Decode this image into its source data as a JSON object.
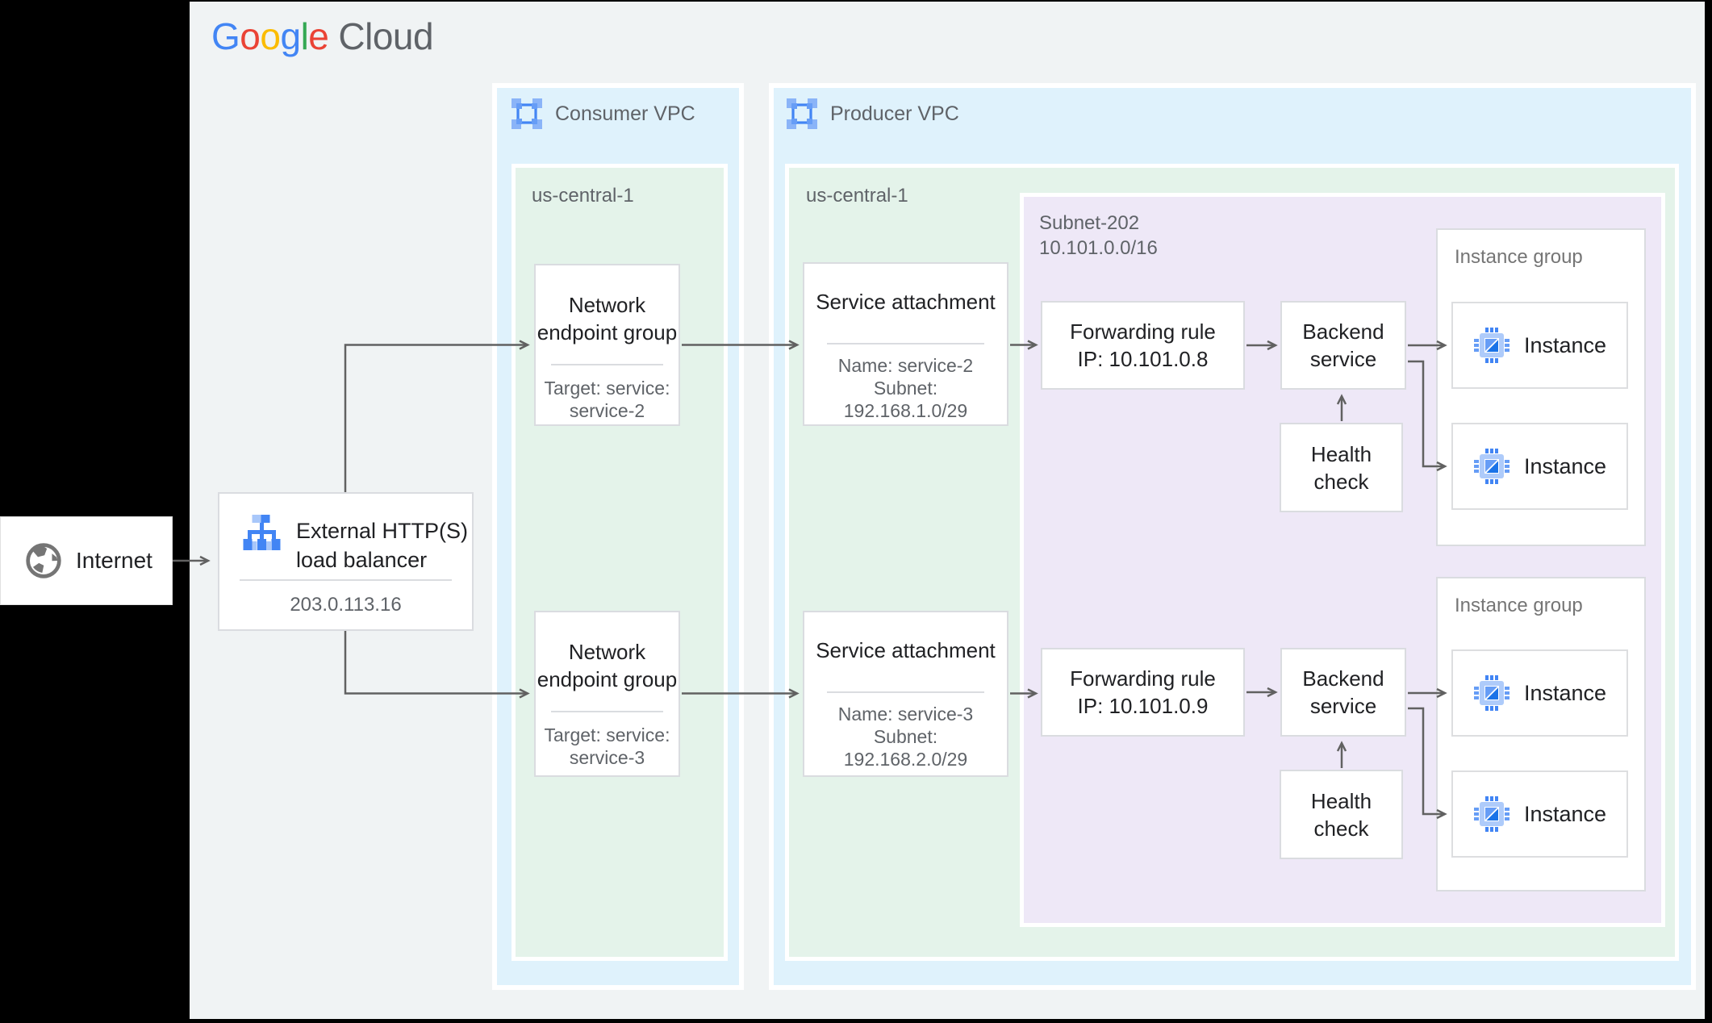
{
  "colors": {
    "canvas_black": "#000000",
    "panel_gray": "#F0F3F4",
    "vpc_blue_bg": "#DFF2FC",
    "region_green_bg": "#E4F3EA",
    "subnet_purple_bg": "#EEE8F7",
    "card_border": "#DADCE0",
    "arrow_gray": "#616161",
    "title_text": "#202124",
    "muted_text": "#5F6368",
    "google_blue": "#4285F4",
    "google_red": "#EA4335",
    "google_yellow": "#FBBC04",
    "google_green": "#34A853",
    "icon_light_blue": "#A8C7FA"
  },
  "brand": {
    "letters": [
      {
        "ch": "G",
        "style": "color:#4285F4"
      },
      {
        "ch": "o",
        "style": "color:#EA4335"
      },
      {
        "ch": "o",
        "style": "color:#FBBC04"
      },
      {
        "ch": "g",
        "style": "color:#4285F4"
      },
      {
        "ch": "l",
        "style": "color:#34A853"
      },
      {
        "ch": "e",
        "style": "color:#EA4335"
      }
    ],
    "cloud": "Cloud"
  },
  "internet": {
    "label": "Internet"
  },
  "load_balancer": {
    "title_line1": "External HTTP(S)",
    "title_line2": "load balancer",
    "ip": "203.0.113.16"
  },
  "consumer_vpc": {
    "label": "Consumer VPC",
    "region_label": "us-central-1",
    "neg_top": {
      "title_line1": "Network",
      "title_line2": "endpoint group",
      "sub_line1": "Target: service:",
      "sub_line2": "service-2"
    },
    "neg_bottom": {
      "title_line1": "Network",
      "title_line2": "endpoint group",
      "sub_line1": "Target: service:",
      "sub_line2": "service-3"
    }
  },
  "producer_vpc": {
    "label": "Producer VPC",
    "region_label": "us-central-1",
    "sa_top": {
      "title": "Service attachment",
      "sub_line1": "Name: service-2",
      "sub_line2": "Subnet:",
      "sub_line3": "192.168.1.0/29"
    },
    "sa_bottom": {
      "title": "Service attachment",
      "sub_line1": "Name: service-3",
      "sub_line2": "Subnet:",
      "sub_line3": "192.168.2.0/29"
    },
    "subnet": {
      "name": "Subnet-202",
      "cidr": "10.101.0.0/16",
      "fr_top": {
        "line1": "Forwarding rule",
        "line2": "IP: 10.101.0.8"
      },
      "fr_bottom": {
        "line1": "Forwarding rule",
        "line2": "IP: 10.101.0.9"
      },
      "bs_top": {
        "line1": "Backend",
        "line2": "service"
      },
      "bs_bottom": {
        "line1": "Backend",
        "line2": "service"
      },
      "hc_top": {
        "line1": "Health",
        "line2": "check"
      },
      "hc_bottom": {
        "line1": "Health",
        "line2": "check"
      },
      "ig_top": {
        "label": "Instance group",
        "instances": [
          {
            "label": "Instance"
          },
          {
            "label": "Instance"
          }
        ]
      },
      "ig_bottom": {
        "label": "Instance group",
        "instances": [
          {
            "label": "Instance"
          },
          {
            "label": "Instance"
          }
        ]
      }
    }
  }
}
